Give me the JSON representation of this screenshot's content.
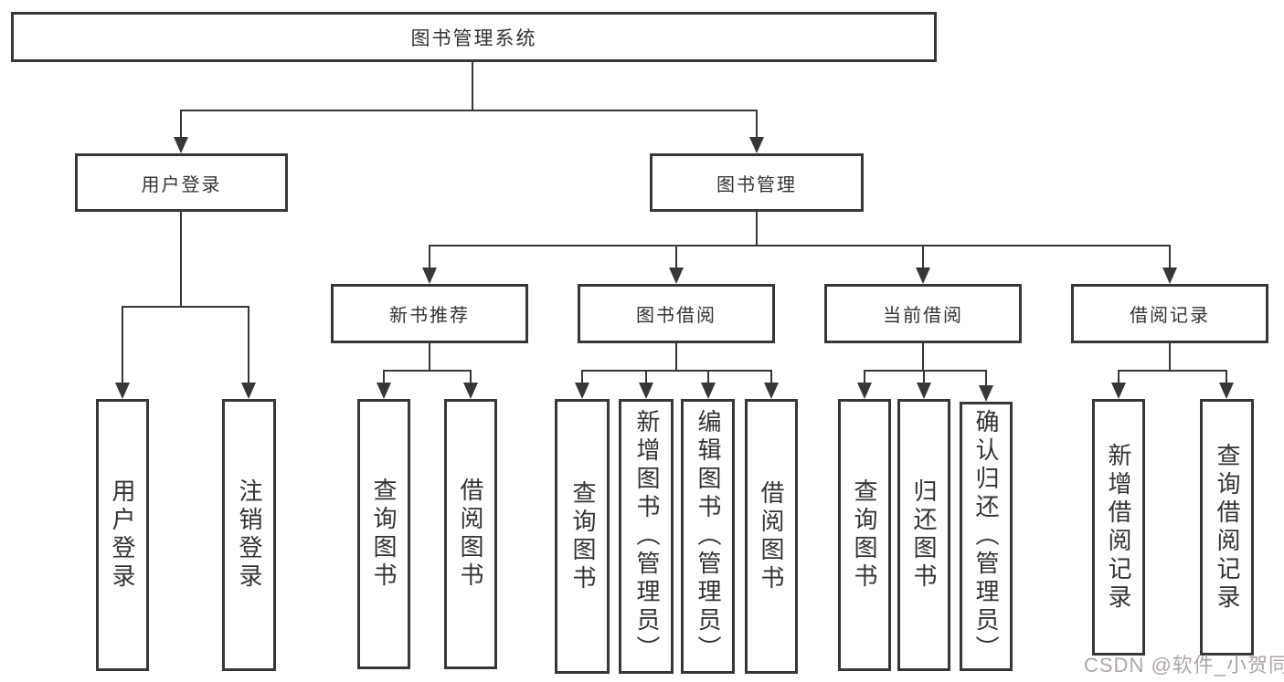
{
  "title": "图书管理系统",
  "watermark": "CSDN @软件_小贺同学",
  "colors": {
    "line": "#373737",
    "text": "#333333",
    "watermark": "#afa6a6",
    "background": "#ffffff"
  },
  "level2": {
    "login": "用户登录",
    "manage": "图书管理"
  },
  "level3": {
    "newbook": "新书推荐",
    "borrow": "图书借阅",
    "current": "当前借阅",
    "records": "借阅记录"
  },
  "leaves": {
    "login": [
      "用户登录",
      "注销登录"
    ],
    "newbook": [
      "查询图书",
      "借阅图书"
    ],
    "borrow": [
      "查询图书",
      "新增图书（管理员）",
      "编辑图书（管理员）",
      "借阅图书"
    ],
    "current": [
      "查询图书",
      "归还图书",
      "确认归还（管理员）"
    ],
    "records": [
      "新增借阅记录",
      "查询借阅记录"
    ]
  }
}
